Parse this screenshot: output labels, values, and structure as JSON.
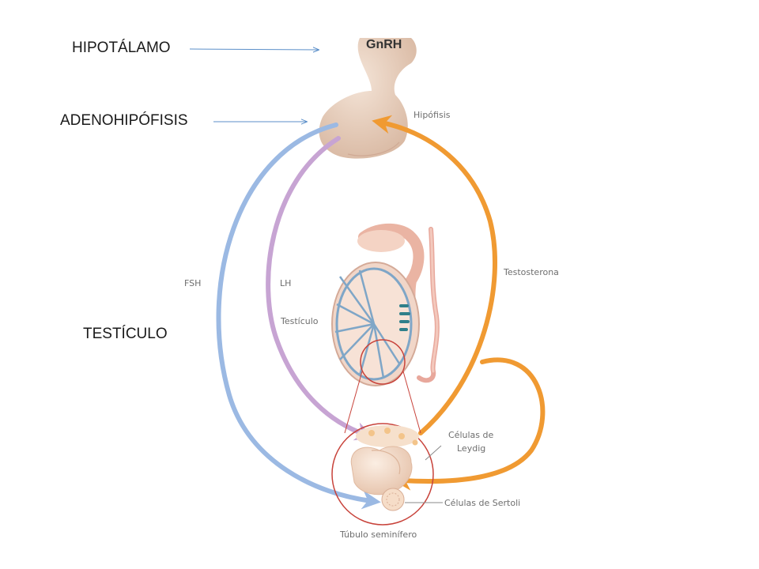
{
  "labels": {
    "hypothalamus": "HIPOTÁLAMO",
    "adenohypophysis": "ADENOHIPÓFISIS",
    "testicle_caption": "TESTÍCULO",
    "gnrh": "GnRH",
    "pituitary": "Hipófisis",
    "fsh": "FSH",
    "lh": "LH",
    "testicle": "Testículo",
    "testosterone": "Testosterona",
    "leydig_line1": "Células de",
    "leydig_line2": "Leydig",
    "sertoli": "Células de Sertoli",
    "tubule": "Túbulo seminífero"
  },
  "colors": {
    "fsh": "#9bb9e3",
    "lh": "#c7a4d3",
    "testosterone": "#f09a32",
    "gland": "#e9d2c2",
    "indicator_line": "#5b8fc9",
    "zoom_circle": "#c8433b"
  }
}
